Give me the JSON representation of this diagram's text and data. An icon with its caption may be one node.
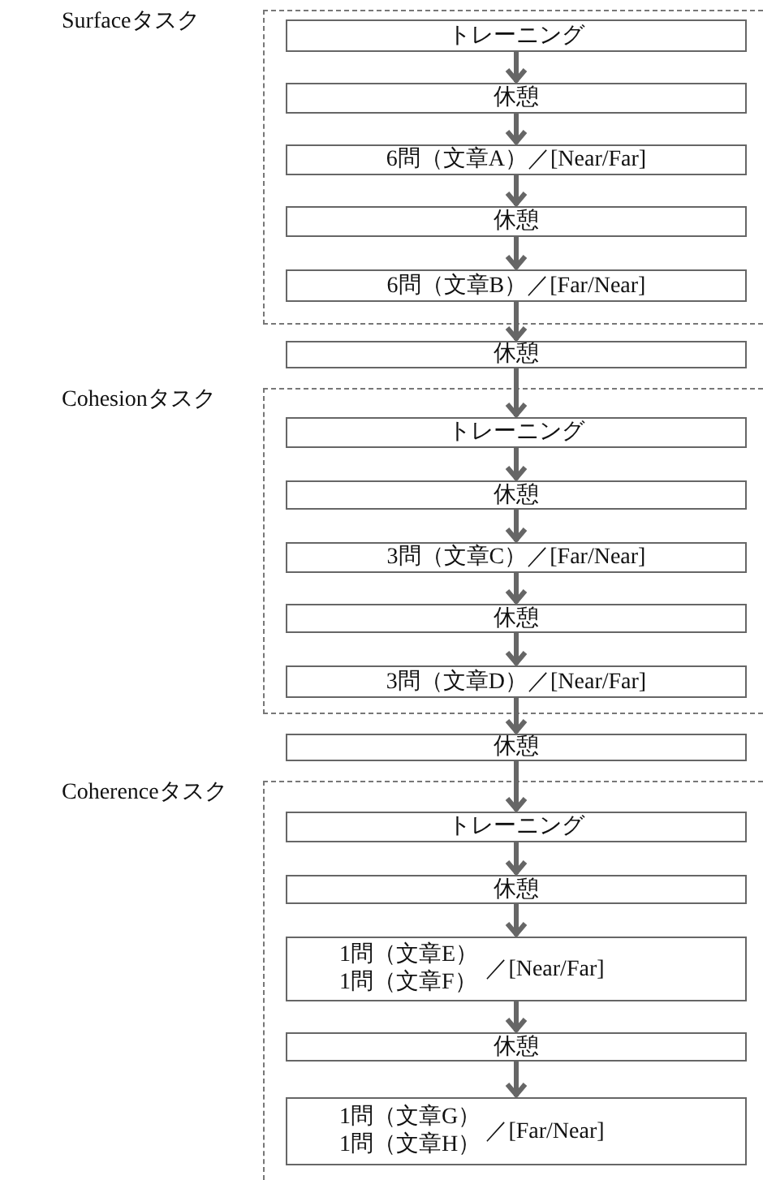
{
  "diagram": {
    "nodes": [
      {
        "text": [
          "Surfaceタスク"
        ]
      },
      {
        "text": [
          "トレーニング"
        ],
        "in": 0
      },
      {
        "text": [
          "休憩"
        ],
        "in": 0
      },
      {
        "text": [
          "6問（文章A）／[Near/Far]"
        ],
        "in": 0
      },
      {
        "text": [
          "休憩"
        ],
        "in": 0
      },
      {
        "text": [
          "6問（文章B）／[Far/Near]"
        ],
        "in": 0
      },
      {
        "text": [
          "休憩"
        ]
      },
      {
        "text": [
          "Cohesionタスク"
        ]
      },
      {
        "text": [
          "トレーニング"
        ],
        "in": 7
      },
      {
        "text": [
          "休憩"
        ],
        "in": 7
      },
      {
        "text": [
          "3問（文章C）／[Far/Near]"
        ],
        "in": 7
      },
      {
        "text": [
          "休憩"
        ],
        "in": 7
      },
      {
        "text": [
          "3問（文章D）／[Near/Far]"
        ],
        "in": 7
      },
      {
        "text": [
          "休憩"
        ]
      },
      {
        "text": [
          "Coherenceタスク"
        ]
      },
      {
        "text": [
          "トレーニング"
        ],
        "in": 14
      },
      {
        "text": [
          "休憩"
        ],
        "in": 14
      },
      {
        "text": [
          "1問（文章E） 1問（文章F）",
          "／[Near/Far]"
        ],
        "in": 14
      },
      {
        "text": [
          "休憩"
        ],
        "in": 14
      },
      {
        "text": [
          "1問（文章G） 1問（文章H）",
          "／[Far/Near]"
        ],
        "in": 14
      }
    ],
    "edges": [
      {
        "from": 1,
        "to": 2,
        "arrow": "to"
      },
      {
        "from": 2,
        "to": 3,
        "arrow": "to"
      },
      {
        "from": 3,
        "to": 4,
        "arrow": "to"
      },
      {
        "from": 4,
        "to": 5,
        "arrow": "to"
      },
      {
        "from": 5,
        "to": 6,
        "arrow": "to"
      },
      {
        "from": 6,
        "to": 8,
        "arrow": "to"
      },
      {
        "from": 8,
        "to": 9,
        "arrow": "to"
      },
      {
        "from": 9,
        "to": 10,
        "arrow": "to"
      },
      {
        "from": 10,
        "to": 11,
        "arrow": "to"
      },
      {
        "from": 11,
        "to": 12,
        "arrow": "to"
      },
      {
        "from": 12,
        "to": 13,
        "arrow": "to"
      },
      {
        "from": 13,
        "to": 15,
        "arrow": "to"
      },
      {
        "from": 15,
        "to": 16,
        "arrow": "to"
      },
      {
        "from": 16,
        "to": 17,
        "arrow": "to"
      },
      {
        "from": 17,
        "to": 18,
        "arrow": "to"
      },
      {
        "from": 18,
        "to": 19,
        "arrow": "to"
      }
    ]
  }
}
